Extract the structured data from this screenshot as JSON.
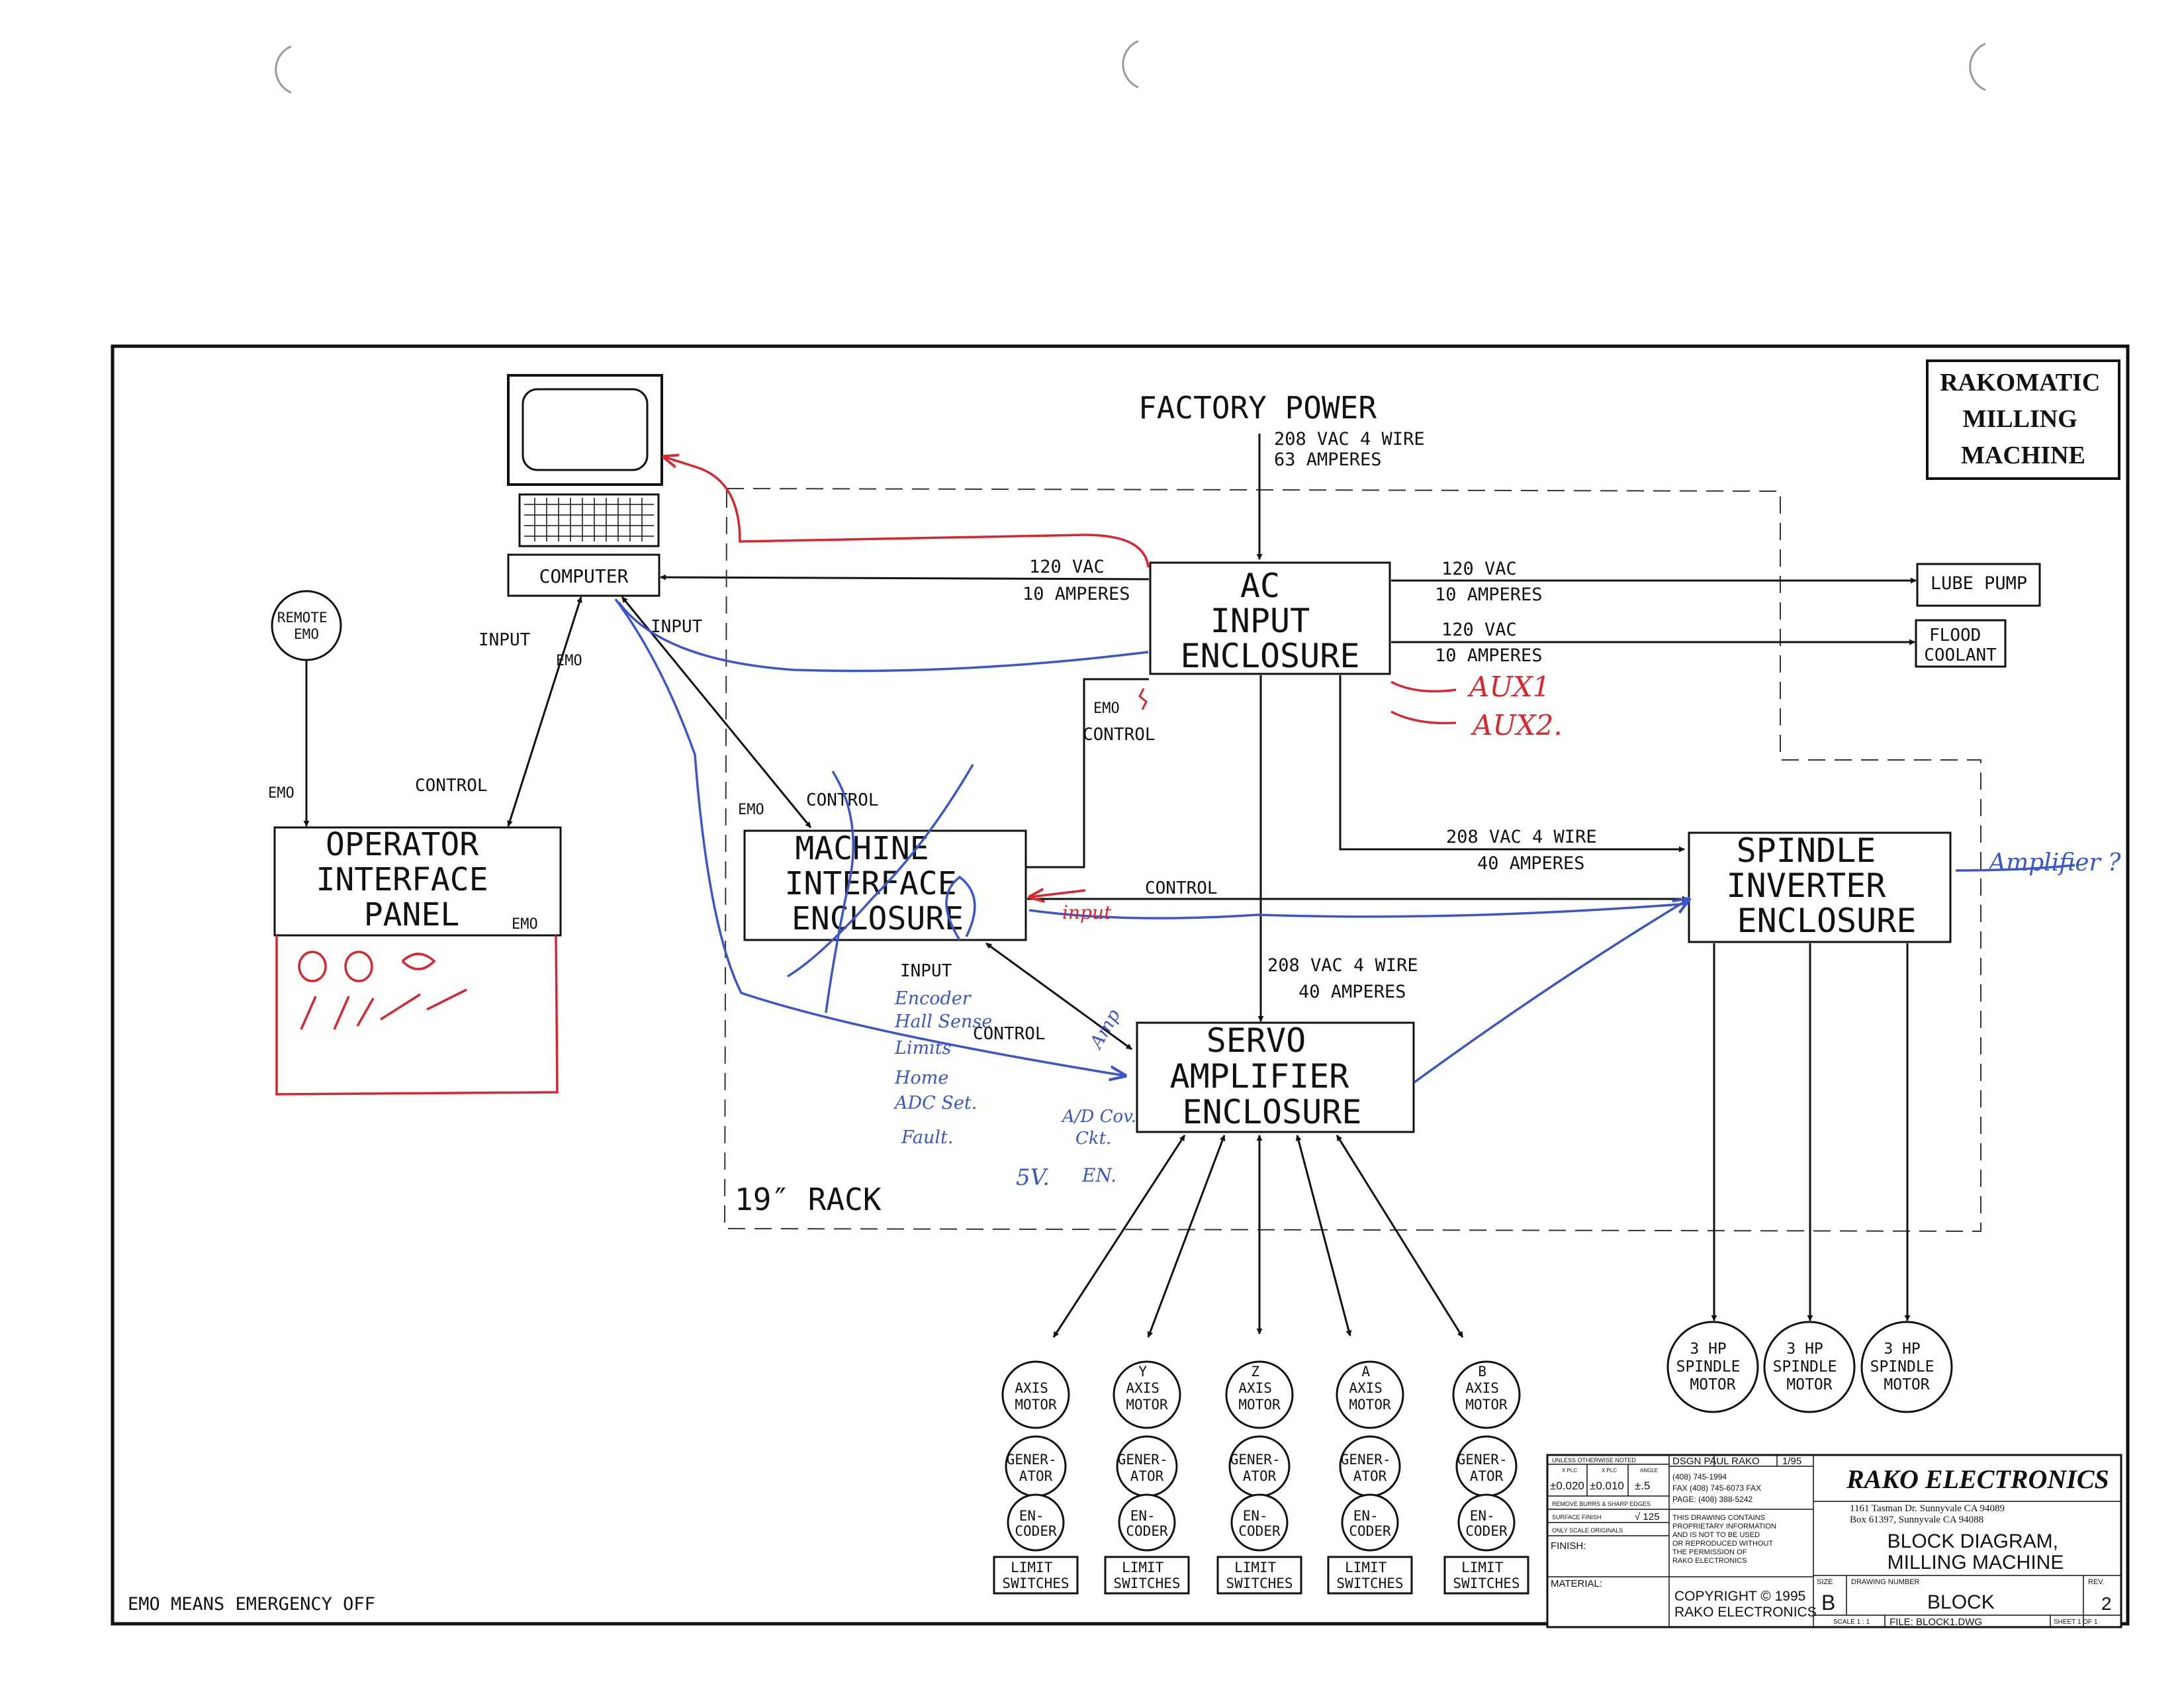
{
  "drawing_title": [
    "RAKOMATIC",
    "MILLING",
    "MACHINE"
  ],
  "factory_power": {
    "label": "FACTORY POWER",
    "spec": [
      "208 VAC 4 WIRE",
      "63 AMPERES"
    ]
  },
  "blocks": {
    "computer": "COMPUTER",
    "remote_emo": [
      "REMOTE",
      "EMO"
    ],
    "operator_panel": [
      "OPERATOR",
      "INTERFACE",
      "PANEL"
    ],
    "machine_interface": [
      "MACHINE",
      "INTERFACE",
      "ENCLOSURE"
    ],
    "ac_input": [
      "AC",
      "INPUT",
      "ENCLOSURE"
    ],
    "servo_amplifier": [
      "SERVO",
      "AMPLIFIER",
      "ENCLOSURE"
    ],
    "spindle_inverter": [
      "SPINDLE",
      "INVERTER",
      "ENCLOSURE"
    ],
    "lube_pump": "LUBE PUMP",
    "flood_coolant": [
      "FLOOD",
      "COOLANT"
    ],
    "rack": "19″ RACK"
  },
  "connection_labels": {
    "computer_power": [
      "120 VAC",
      "10 AMPERES"
    ],
    "lube_power": [
      "120 VAC",
      "10 AMPERES"
    ],
    "flood_power": [
      "120 VAC",
      "10 AMPERES"
    ],
    "spindle_power": [
      "208 VAC 4 WIRE",
      "40 AMPERES"
    ],
    "servo_power": [
      "208 VAC 4 WIRE",
      "40 AMPERES"
    ],
    "emo": "EMO",
    "control": "CONTROL",
    "input": "INPUT"
  },
  "axes": [
    {
      "axis": "",
      "label": [
        "AXIS",
        "MOTOR"
      ]
    },
    {
      "axis": "Y",
      "label": [
        "AXIS",
        "MOTOR"
      ]
    },
    {
      "axis": "Z",
      "label": [
        "AXIS",
        "MOTOR"
      ]
    },
    {
      "axis": "A",
      "label": [
        "AXIS",
        "MOTOR"
      ]
    },
    {
      "axis": "B",
      "label": [
        "AXIS",
        "MOTOR"
      ]
    }
  ],
  "axis_parts": {
    "generator": [
      "GENER-",
      "ATOR"
    ],
    "encoder": [
      "EN-",
      "CODER"
    ],
    "limit": [
      "LIMIT",
      "SWITCHES"
    ]
  },
  "spindle_motor": [
    "3 HP",
    "SPINDLE",
    "MOTOR"
  ],
  "footnote": "EMO MEANS EMERGENCY OFF",
  "handwritten": {
    "aux1": "AUX1",
    "aux2": "AUX2.",
    "amplifier_note": "Amplifier ?",
    "input_note": "input",
    "signals": [
      "Encoder",
      "Hall Sense",
      "Limits",
      "Home",
      "ADC Set.",
      "Fault."
    ],
    "amp_note": "Amp",
    "ad_note": [
      "A/D Cov.",
      "Ckt."
    ],
    "sv_note": "5V.",
    "en_note": "EN."
  },
  "title_block": {
    "tolerance_header": "UNLESS OTHERWISE NOTED",
    "tol_labels": [
      "X PLC",
      "X PLC",
      "ANGLE"
    ],
    "tol_values": [
      "±0.020",
      "±0.010",
      "±.5"
    ],
    "burrs": "REMOVE BURRS & SHARP EDGES",
    "surface_finish": "SURFACE FINISH",
    "surface_value": "√ 125",
    "scale_note": "ONLY SCALE ORIGINALS",
    "finish": "FINISH:",
    "material": "MATERIAL:",
    "designer": "DSGN PAUL RAKO",
    "date": "1/95",
    "phones": [
      "(408) 745-1994",
      "FAX (408) 745-6073 FAX",
      "PAGE: (408) 388-5242"
    ],
    "notice": [
      "THIS DRAWING CONTAINS",
      "PROPRIETARY INFORMATION",
      "AND IS NOT TO BE USED",
      "OR REPRODUCED WITHOUT",
      "THE PERMISSION OF",
      "RAKO ELECTRONICS"
    ],
    "company": "RAKO ELECTRONICS",
    "address": [
      "1161 Tasman Dr. Sunnyvale CA 94089",
      "Box 61397, Sunnyvale CA 94088"
    ],
    "title": [
      "BLOCK DIAGRAM,",
      "MILLING MACHINE"
    ],
    "copyright": [
      "COPYRIGHT © 1995",
      "RAKO ELECTRONICS"
    ],
    "size_label": "SIZE",
    "size": "B",
    "drawing_number_label": "DRAWING NUMBER",
    "drawing_number": "BLOCK",
    "rev_label": "REV.",
    "rev": "2",
    "scale": "SCALE 1 : 1",
    "file": "FILE: BLOCK1.DWG",
    "sheet": "SHEET 1 OF 1"
  }
}
